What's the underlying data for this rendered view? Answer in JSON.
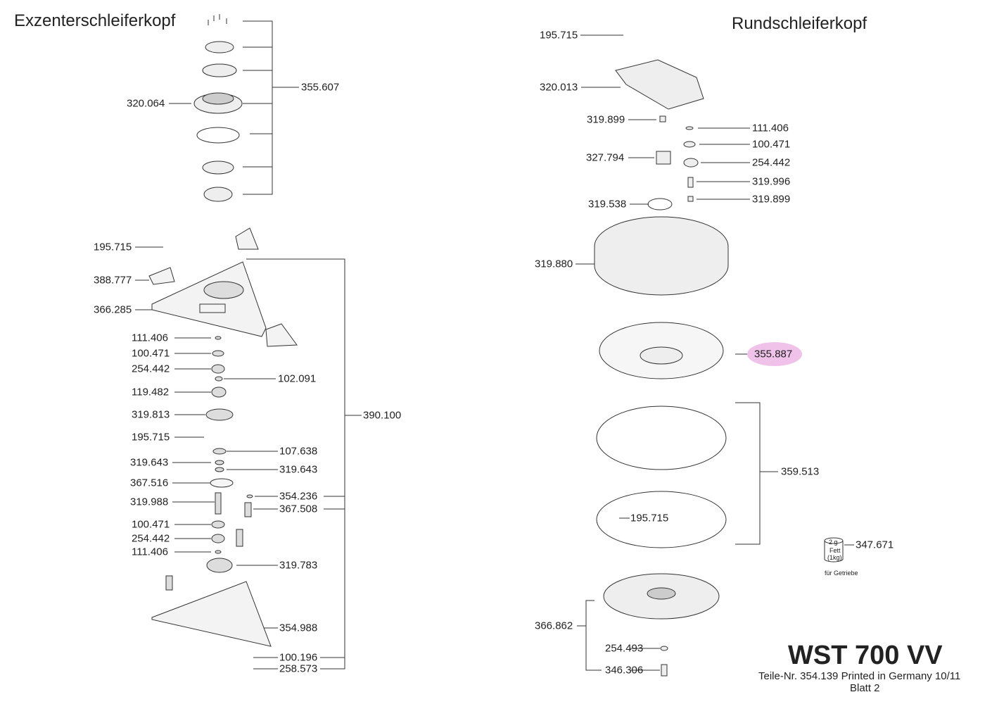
{
  "titles": {
    "left": "Exzenterschleiferkopf",
    "right": "Rundschleiferkopf"
  },
  "left_labels": {
    "p320_064": "320.064",
    "p355_607": "355.607",
    "p195_715a": "195.715",
    "p388_777": "388.777",
    "p366_285": "366.285",
    "p111_406a": "111.406",
    "p100_471a": "100.471",
    "p254_442a": "254.442",
    "p102_091": "102.091",
    "p119_482": "119.482",
    "p319_813": "319.813",
    "p195_715b": "195.715",
    "p107_638": "107.638",
    "p319_643a": "319.643",
    "p319_643b": "319.643",
    "p367_516": "367.516",
    "p354_236": "354.236",
    "p319_988": "319.988",
    "p367_508": "367.508",
    "p100_471b": "100.471",
    "p254_442b": "254.442",
    "p111_406b": "111.406",
    "p319_783": "319.783",
    "p354_988": "354.988",
    "p100_196": "100.196",
    "p258_573": "258.573",
    "p390_100": "390.100"
  },
  "right_labels": {
    "p195_715a": "195.715",
    "p320_013": "320.013",
    "p319_899a": "319.899",
    "p111_406": "111.406",
    "p100_471": "100.471",
    "p327_794": "327.794",
    "p254_442": "254.442",
    "p319_996": "319.996",
    "p319_538": "319.538",
    "p319_899b": "319.899",
    "p319_880": "319.880",
    "p355_887": "355.887",
    "p359_513": "359.513",
    "p195_715b": "195.715",
    "p347_671": "347.671",
    "p366_862": "366.862",
    "p254_493": "254.493",
    "p346_306": "346.306"
  },
  "highlight_color": "#f0c2ea",
  "grease": {
    "amount": "2 g",
    "name": "Fett",
    "size": "(1kg)",
    "note": "für Getriebe"
  },
  "footer": {
    "model": "WST 700 VV",
    "part_info": "Teile-Nr. 354.139  Printed in Germany 10/11",
    "sheet": "Blatt 2"
  }
}
